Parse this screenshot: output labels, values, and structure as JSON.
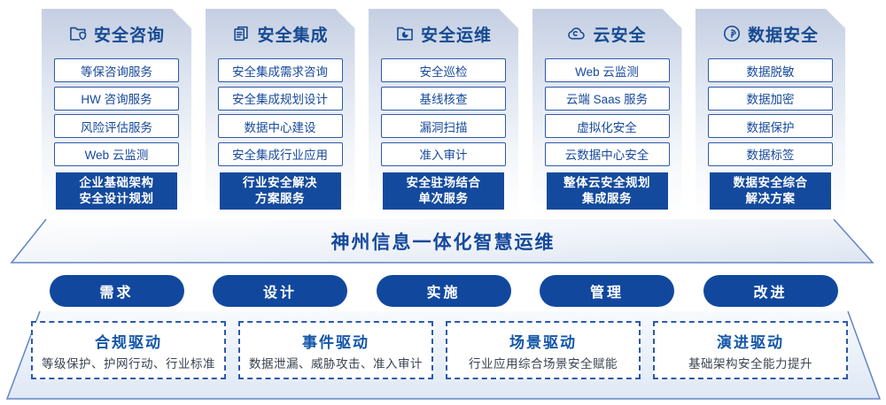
{
  "colors": {
    "primary_blue": "#164a92",
    "deep_blue_fill": "#11489e",
    "item_border_blue": "#2e5aa8",
    "banner_text_blue": "#15499c",
    "driver_title_blue": "#1456a8",
    "driver_desc_gray": "#3a4350",
    "card_gradient_top": "#c5cfe2",
    "edge_stroke_blue": "#6384c4"
  },
  "columns": [
    {
      "title": "安全咨询",
      "icon": "folder-shield-icon",
      "items": [
        "等保咨询服务",
        "HW 咨询服务",
        "风险评估服务",
        "Web 云监测"
      ],
      "footer": [
        "企业基础架构",
        "安全设计规划"
      ]
    },
    {
      "title": "安全集成",
      "icon": "documents-icon",
      "items": [
        "安全集成需求咨询",
        "安全集成规划设计",
        "数据中心建设",
        "安全集成行业应用"
      ],
      "footer": [
        "行业安全解决",
        "方案服务"
      ]
    },
    {
      "title": "安全运维",
      "icon": "folder-chart-icon",
      "items": [
        "安全巡检",
        "基线核查",
        "漏洞扫描",
        "准入审计"
      ],
      "footer": [
        "安全驻场结合",
        "单次服务"
      ]
    },
    {
      "title": "云安全",
      "icon": "cloud-icon",
      "items": [
        "Web 云监测",
        "云端 Saas 服务",
        "虚拟化安全",
        "云数据中心安全"
      ],
      "footer": [
        "整体云安全规划",
        "集成服务"
      ]
    },
    {
      "title": "数据安全",
      "icon": "fingerprint-icon",
      "items": [
        "数据脱敏",
        "数据加密",
        "数据保护",
        "数据标签"
      ],
      "footer": [
        "数据安全综合",
        "解决方案"
      ]
    }
  ],
  "banner": {
    "title": "神州信息一体化智慧运维"
  },
  "process_pills": [
    "需求",
    "设计",
    "实施",
    "管理",
    "改进"
  ],
  "drivers": [
    {
      "title": "合规驱动",
      "desc": "等级保护、护网行动、行业标准"
    },
    {
      "title": "事件驱动",
      "desc": "数据泄漏、威胁攻击、准入审计"
    },
    {
      "title": "场景驱动",
      "desc": "行业应用综合场景安全赋能"
    },
    {
      "title": "演进驱动",
      "desc": "基础架构安全能力提升"
    }
  ]
}
